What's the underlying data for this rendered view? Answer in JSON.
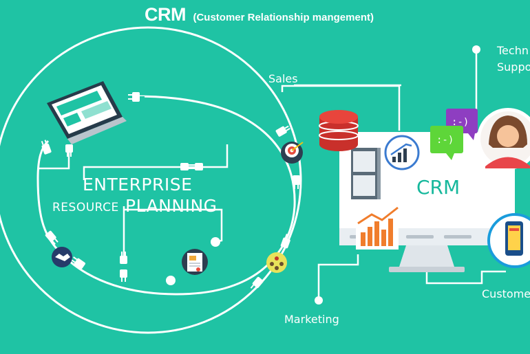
{
  "title": {
    "main": "CRM",
    "sub": "(Customer Relationship mangement)"
  },
  "erp": {
    "line1": "ENTERPRISE",
    "line2a": "RESOURCE",
    "line2b": "PLANNING"
  },
  "labels": {
    "sales": "Sales",
    "marketing": "Marketing",
    "customer": "Custome",
    "tech_line1": "Techn",
    "tech_line2": "Suppo"
  },
  "monitor": {
    "screen_text": "CRM"
  },
  "chat": {
    "purple": ":-)",
    "green": ":-)"
  },
  "colors": {
    "background": "#1fc3a4",
    "line": "#ffffff",
    "database": "#d9302b",
    "chart_orange": "#f07d2c",
    "bubble_purple": "#8e3ec1",
    "bubble_green": "#5ed639",
    "avatar_shirt": "#e8454a"
  }
}
